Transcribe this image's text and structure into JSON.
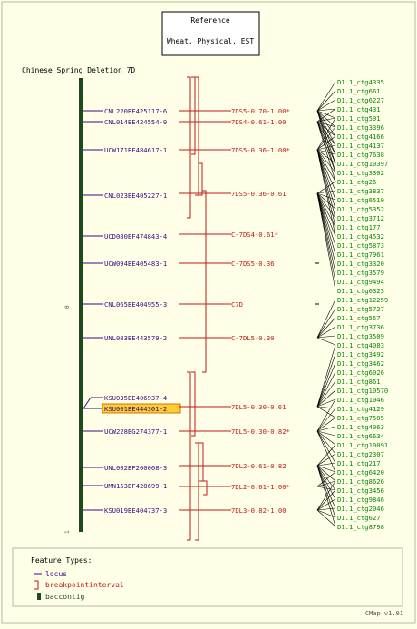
{
  "reference_box": {
    "title": "Reference",
    "subtitle": "Wheat, Physical, EST"
  },
  "map_title": "Chinese_Spring_Deletion_7D",
  "scale": {
    "top_label": "0",
    "bottom_label": "1"
  },
  "loci": [
    {
      "name": "CNL220BE425117-6",
      "highlighted": false
    },
    {
      "name": "CNL014BE424554-9",
      "highlighted": false
    },
    {
      "name": "UCW171BF484617-1",
      "highlighted": false
    },
    {
      "name": "CNL023BE405227-1",
      "highlighted": false
    },
    {
      "name": "UCD080BF474843-4",
      "highlighted": false
    },
    {
      "name": "UCW094BE405483-1",
      "highlighted": false
    },
    {
      "name": "CNL065BE404955-3",
      "highlighted": false
    },
    {
      "name": "UNL003BE443579-2",
      "highlighted": false
    },
    {
      "name": "KSU035BE406937-4",
      "highlighted": false
    },
    {
      "name": "KSU001BE444301-2",
      "highlighted": true
    },
    {
      "name": "UCW228BG274377-1",
      "highlighted": false
    },
    {
      "name": "UNL002BF200008-3",
      "highlighted": false
    },
    {
      "name": "UMN153BF428699-1",
      "highlighted": false
    },
    {
      "name": "KSU019BE404737-3",
      "highlighted": false
    }
  ],
  "bins": [
    "7DS5-0.70-1.00*",
    "7DS4-0.61-1.00",
    "7DS5-0.36-1.00*",
    "7DS5-0.36-0.61",
    "C-7DS4-0.61*",
    "C-7DS5-0.36",
    "C7D",
    "C-7DL5-0.30",
    "7DL5-0.30-0.61",
    "7DL5-0.30-0.82*",
    "7DL2-0.61-0.82",
    "7DL2-0.61-1.00*",
    "7DL3-0.82-1.00"
  ],
  "contigs": [
    "D1.1_ctg4335",
    "D1.1_ctg661",
    "D1.1_ctg6227",
    "D1.1_ctg431",
    "D1.1_ctg591",
    "D1.1_ctg3396",
    "D1.1_ctg4166",
    "D1.1_ctg4137",
    "D1.1_ctg7638",
    "D1.1_ctg10397",
    "D1.1_ctg3302",
    "D1.1_ctg26",
    "D1.1_ctg3837",
    "D1.1_ctg6510",
    "D1.1_ctg5352",
    "D1.1_ctg3712",
    "D1.1_ctg177",
    "D1.1_ctg4532",
    "D1.1_ctg5873",
    "D1.1_ctg7961",
    "D1.1_ctg3320",
    "D1.1_ctg3579",
    "D1.1_ctg9494",
    "D1.1_ctg6323",
    "D1.1_ctg12259",
    "D1.1_ctg5727",
    "D1.1_ctg557",
    "D1.1_ctg3736",
    "D1.1_ctg3509",
    "D1.1_ctg4083",
    "D1.1_ctg3492",
    "D1.1_ctg3462",
    "D1.1_ctg6026",
    "D1.1_ctg861",
    "D1.1_ctg10570",
    "D1.1_ctg1046",
    "D1.1_ctg4129",
    "D1.1_ctg7505",
    "D1.1_ctg4063",
    "D1.1_ctg6634",
    "D1.1_ctg10091",
    "D1.1_ctg2307",
    "D1.1_ctg217",
    "D1.1_ctg6420",
    "D1.1_ctg8626",
    "D1.1_ctg3456",
    "D1.1_ctg9846",
    "D1.1_ctg2046",
    "D1.1_ctg627",
    "D1.1_ctg8798"
  ],
  "legend": {
    "heading": "Feature Types:",
    "items": [
      {
        "label": "locus",
        "symbol": "line-icon"
      },
      {
        "label": "breakpointinterval",
        "symbol": "bracket-icon"
      },
      {
        "label": "baccontig",
        "symbol": "bar-icon"
      }
    ]
  },
  "footer": "CMap v1.01",
  "colors": {
    "background": "#ffffe8",
    "locus": "#3a0a8a",
    "bin": "#c01a1a",
    "contig": "#0a8a0a",
    "bac_bar": "#1d4a1d",
    "highlight": "#ffcc33",
    "connector": "#000000"
  }
}
